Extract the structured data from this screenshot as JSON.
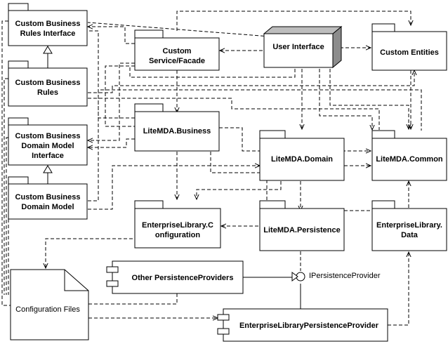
{
  "diagram": {
    "packages": {
      "custom_business_rules_interface": [
        "Custom Business",
        "Rules Interface"
      ],
      "custom_business_rules": [
        "Custom Business",
        "Rules"
      ],
      "custom_business_domain_model_interface": [
        "Custom Business",
        "Domain Model",
        "Interface"
      ],
      "custom_business_domain_model": [
        "Custom Business",
        "Domain Model"
      ],
      "custom_service_facade": [
        "Custom",
        "Service/Facade"
      ],
      "litemda_business": [
        "LiteMDA.Business"
      ],
      "litemda_domain": [
        "LiteMDA.Domain"
      ],
      "litemda_common": [
        "LiteMDA.Common"
      ],
      "custom_entities": [
        "Custom Entities"
      ],
      "enterprise_library_configuration": [
        "EnterpriseLibrary.C",
        "onfiguration"
      ],
      "litemda_persistence": [
        "LiteMDA.Persistence"
      ],
      "enterprise_library_data": [
        "EnterpriseLibrary.",
        "Data"
      ]
    },
    "node": {
      "user_interface": "User Interface"
    },
    "components": {
      "other_persistence_providers": "Other PersistenceProviders",
      "enterprise_library_persistence_provider": "EnterpriseLibraryPersistenceProvider"
    },
    "document": {
      "configuration_files": "Configuration Files"
    },
    "interface": {
      "ipersistence_provider": "IPersistenceProvider"
    }
  }
}
